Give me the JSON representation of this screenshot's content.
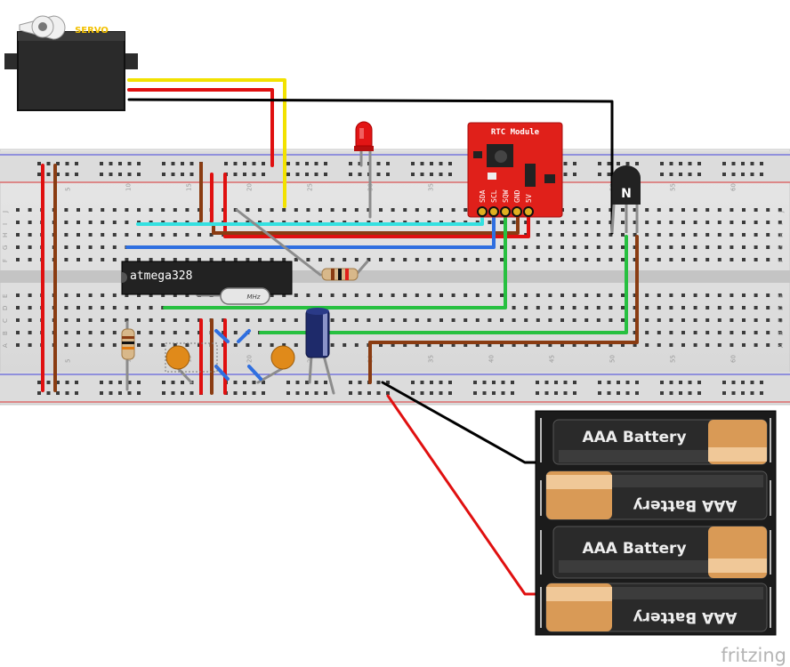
{
  "servo": {
    "label": "SERVO"
  },
  "chip": {
    "label": "atmega328"
  },
  "crystal": {
    "label": "MHz"
  },
  "rtc": {
    "title": "RTC Module",
    "pins": [
      "SDA",
      "SCL",
      "SQW",
      "GND",
      "5V"
    ]
  },
  "transistor": {
    "label": "N"
  },
  "breadboard": {
    "column_numbers": [
      "5",
      "10",
      "15",
      "20",
      "25",
      "30",
      "35",
      "40",
      "45",
      "50",
      "55",
      "60"
    ],
    "top_row_letters": [
      "J",
      "I",
      "H",
      "G",
      "F"
    ],
    "bottom_row_letters": [
      "E",
      "D",
      "C",
      "B",
      "A"
    ]
  },
  "battery_pack": {
    "cells": [
      "AAA Battery",
      "AAA Battery",
      "AAA Battery",
      "AAA Battery"
    ]
  },
  "watermark": "fritzing",
  "colors": {
    "wire_red": "#e01010",
    "wire_yellow": "#f2e200",
    "wire_black": "#000000",
    "wire_cyan": "#33e0e0",
    "wire_blue": "#2f6fe0",
    "wire_green": "#27c040",
    "wire_brown": "#8a3c12",
    "wire_gray": "#8c8c8c",
    "rtc_board": "#e0201a",
    "battery_tan": "#d99a56"
  }
}
